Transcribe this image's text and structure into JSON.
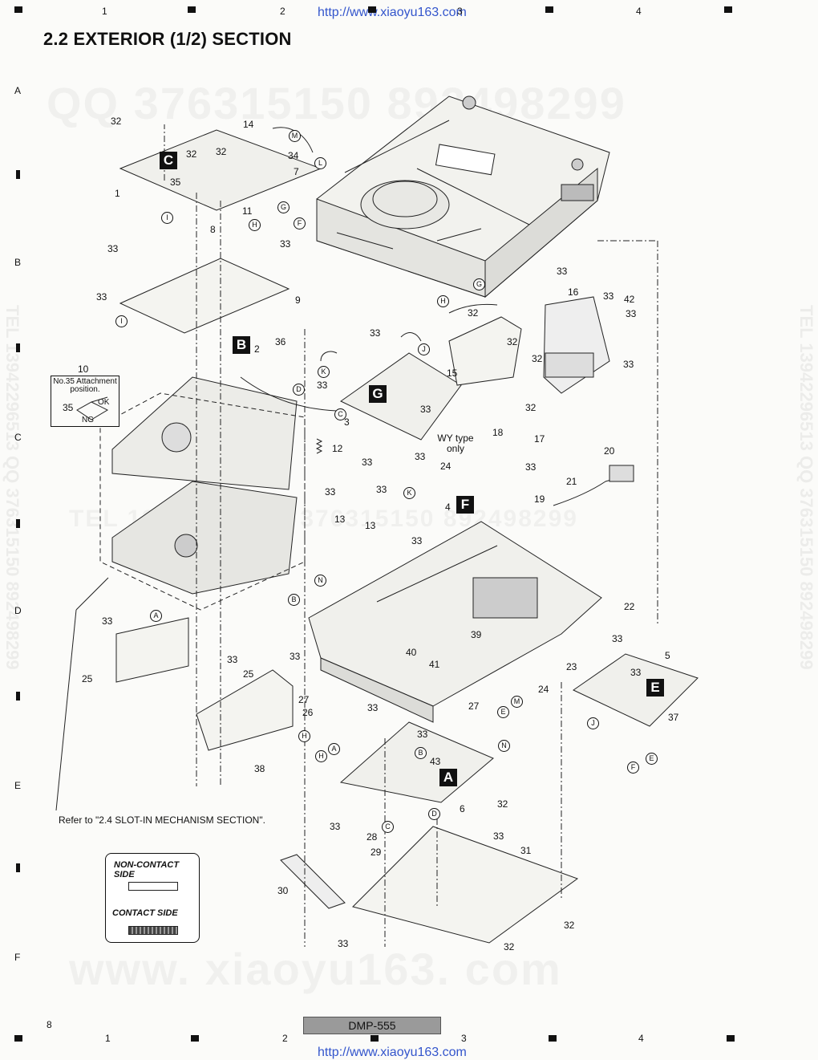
{
  "page": {
    "title": "2.2 EXTERIOR (1/2) SECTION",
    "url_top": "http://www.xiaoyu163.com",
    "url_bottom": "http://www.xiaoyu163.com",
    "page_number": "8",
    "model": "DMP-555",
    "column_numbers": [
      "1",
      "2",
      "3",
      "4"
    ],
    "row_letters": [
      "A",
      "B",
      "C",
      "D",
      "E",
      "F"
    ]
  },
  "watermarks": {
    "qq_top": "QQ 376315150   892498299",
    "tel_mid": "TEL 13942296513   376315150  892498299",
    "www_bottom": "www. xiaoyu163. com",
    "side_left": "TEL 13942296513  QQ 376315150  892498299",
    "side_right": "TEL 13942296513  QQ 376315150  892498299"
  },
  "diagram": {
    "section_badges": [
      "C",
      "B",
      "G",
      "F",
      "E",
      "A"
    ],
    "callouts": [
      "32",
      "14",
      "34",
      "32",
      "32",
      "7",
      "35",
      "11",
      "8",
      "1",
      "33",
      "33",
      "9",
      "33",
      "16",
      "42",
      "33",
      "33",
      "32",
      "33",
      "32",
      "32",
      "33",
      "15",
      "36",
      "2",
      "33",
      "3",
      "33",
      "32",
      "33",
      "18",
      "17",
      "24",
      "12",
      "33",
      "33",
      "33",
      "4",
      "33",
      "19",
      "21",
      "20",
      "13",
      "13",
      "33",
      "33",
      "22",
      "33",
      "39",
      "40",
      "41",
      "33",
      "23",
      "24",
      "5",
      "33",
      "33",
      "25",
      "33",
      "25",
      "27",
      "33",
      "26",
      "27",
      "37",
      "33",
      "43",
      "38",
      "6",
      "32",
      "33",
      "28",
      "33",
      "29",
      "31",
      "30",
      "33",
      "32",
      "32",
      "10",
      "35"
    ],
    "connector_letters": [
      "M",
      "L",
      "I",
      "G",
      "F",
      "H",
      "I",
      "K",
      "D",
      "C",
      "J",
      "K",
      "N",
      "B",
      "A",
      "H",
      "A",
      "H",
      "B",
      "E",
      "J",
      "F",
      "E",
      "C",
      "D",
      "G",
      "H",
      "M",
      "N"
    ],
    "wy_note": "WY type only",
    "attachment_note": {
      "title": "No.35 Attachment position.",
      "ok": "OK",
      "ng": "NG",
      "part": "35"
    },
    "refer_note": "Refer to \"2.4 SLOT-IN MECHANISM SECTION\".",
    "legend": {
      "non_contact": "NON-CONTACT SIDE",
      "contact": "CONTACT SIDE"
    }
  }
}
